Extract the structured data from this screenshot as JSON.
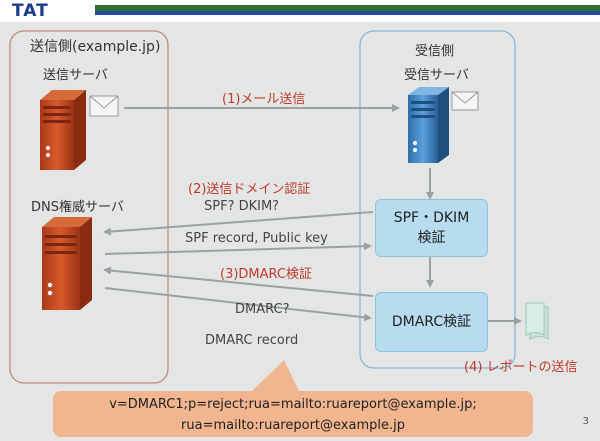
{
  "logo": "TAT",
  "sender": {
    "title": "送信側(example.jp)",
    "mail_server": "送信サーバ",
    "dns_server": "DNS権威サーバ"
  },
  "receiver": {
    "title": "受信側",
    "mail_server": "受信サーバ"
  },
  "processes": {
    "spf_dkim_line1": "SPF・DKIM",
    "spf_dkim_line2": "検証",
    "dmarc": "DMARC検証"
  },
  "steps": {
    "mail_send": "(1)メール送信",
    "domain_auth": "(2)送信ドメイン認証",
    "spf_dkim_query": "SPF? DKIM?",
    "spf_record": "SPF record, Public key",
    "dmarc_verify": "(3)DMARC検証",
    "dmarc_query": "DMARC?",
    "dmarc_record": "DMARC record",
    "report_send": "(4) レポートの送信"
  },
  "dmarc_record_text": {
    "line1": "v=DMARC1;p=reject;rua=mailto:ruareport@example.jp;",
    "line2": "rua=mailto:ruareport@example.jp"
  },
  "page_number": "3",
  "colors": {
    "sender_server": "#c2461e",
    "receiver_server": "#3f86c6",
    "process_fill": "#b7dcef",
    "step_label": "#c0392b",
    "record_fill": "#f1b58f",
    "header_bar": "#2e6f34"
  },
  "icons": [
    "server-icon",
    "envelope-icon",
    "document-icon"
  ]
}
